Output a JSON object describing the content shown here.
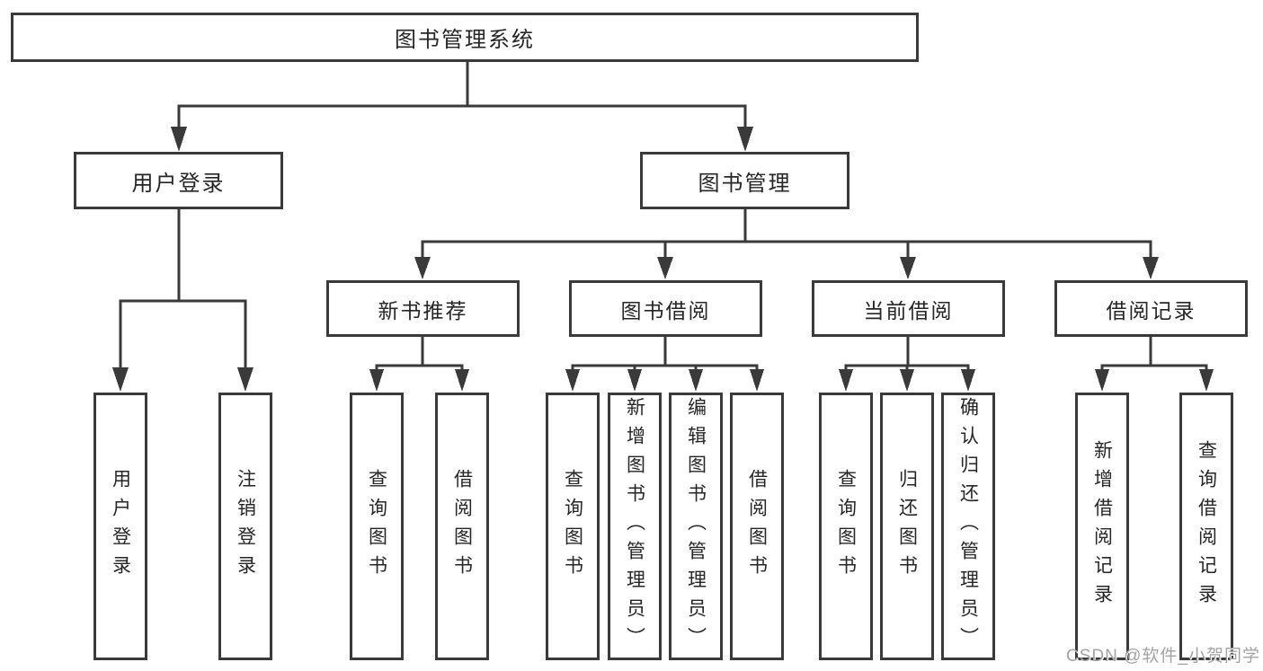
{
  "root": {
    "label": "图书管理系统"
  },
  "branches": [
    {
      "label": "用户登录",
      "children": [
        {
          "label": "用户登录"
        },
        {
          "label": "注销登录"
        }
      ]
    },
    {
      "label": "图书管理",
      "children": [
        {
          "label": "新书推荐",
          "children": [
            {
              "label": "查询图书"
            },
            {
              "label": "借阅图书"
            }
          ]
        },
        {
          "label": "图书借阅",
          "children": [
            {
              "label": "查询图书"
            },
            {
              "label": "新增图书（管理员）"
            },
            {
              "label": "编辑图书（管理员）"
            },
            {
              "label": "借阅图书"
            }
          ]
        },
        {
          "label": "当前借阅",
          "children": [
            {
              "label": "查询图书"
            },
            {
              "label": "归还图书"
            },
            {
              "label": "确认归还（管理员）"
            }
          ]
        },
        {
          "label": "借阅记录",
          "children": [
            {
              "label": "新增借阅记录"
            },
            {
              "label": "查询借阅记录"
            }
          ]
        }
      ]
    }
  ],
  "watermark": {
    "text": "CSDN @软件_小贺同学"
  },
  "colors": {
    "line": "#3a3a3a",
    "text": "#262626",
    "box_background": "#ffffff",
    "watermark": "#a3a3a3",
    "background": "#ffffff"
  }
}
